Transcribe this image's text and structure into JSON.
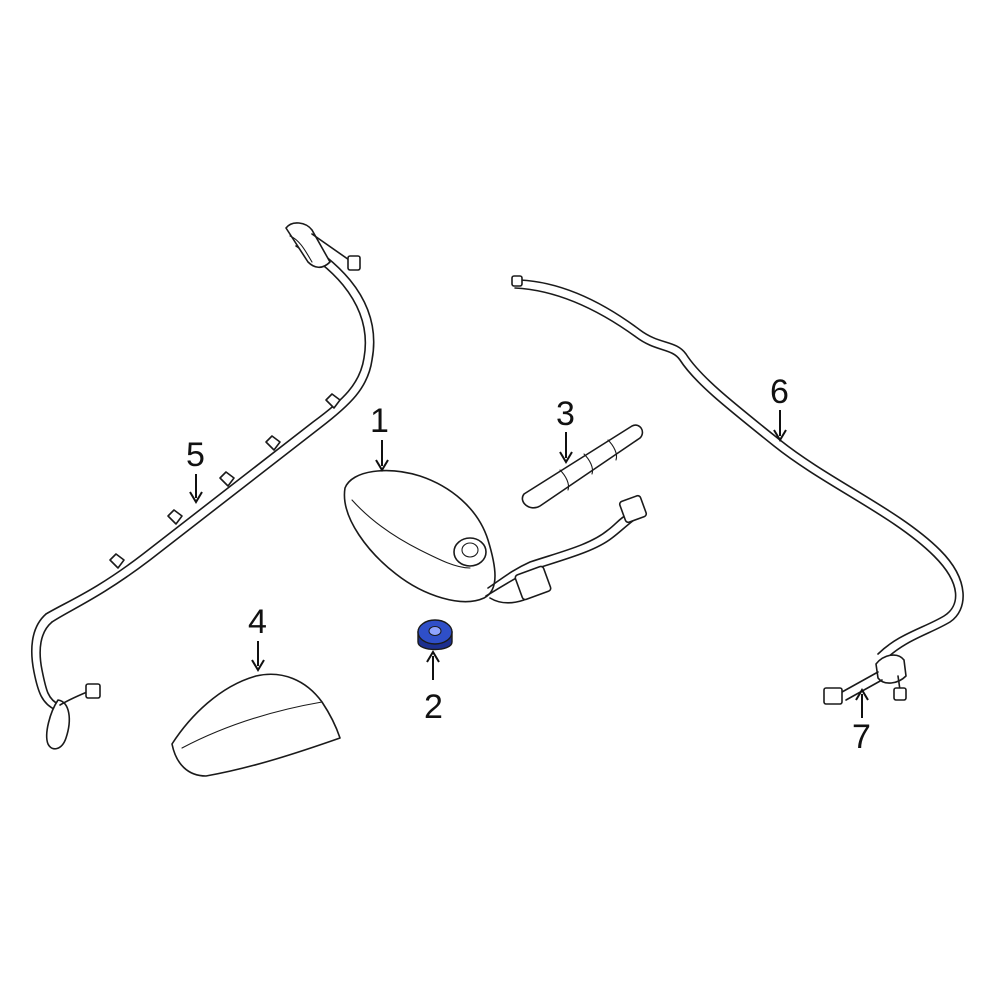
{
  "callouts": [
    {
      "id": "antenna",
      "label": "1"
    },
    {
      "id": "grommet",
      "label": "2"
    },
    {
      "id": "tape",
      "label": "3"
    },
    {
      "id": "cover",
      "label": "4"
    },
    {
      "id": "harness-left",
      "label": "5"
    },
    {
      "id": "cable-right",
      "label": "6"
    },
    {
      "id": "connector-cable",
      "label": "7"
    }
  ],
  "colors": {
    "line": "#1a1a1a",
    "highlight_part": "#2f4fc8",
    "highlight_part_dark": "#1c2f8f",
    "background": "#ffffff"
  }
}
